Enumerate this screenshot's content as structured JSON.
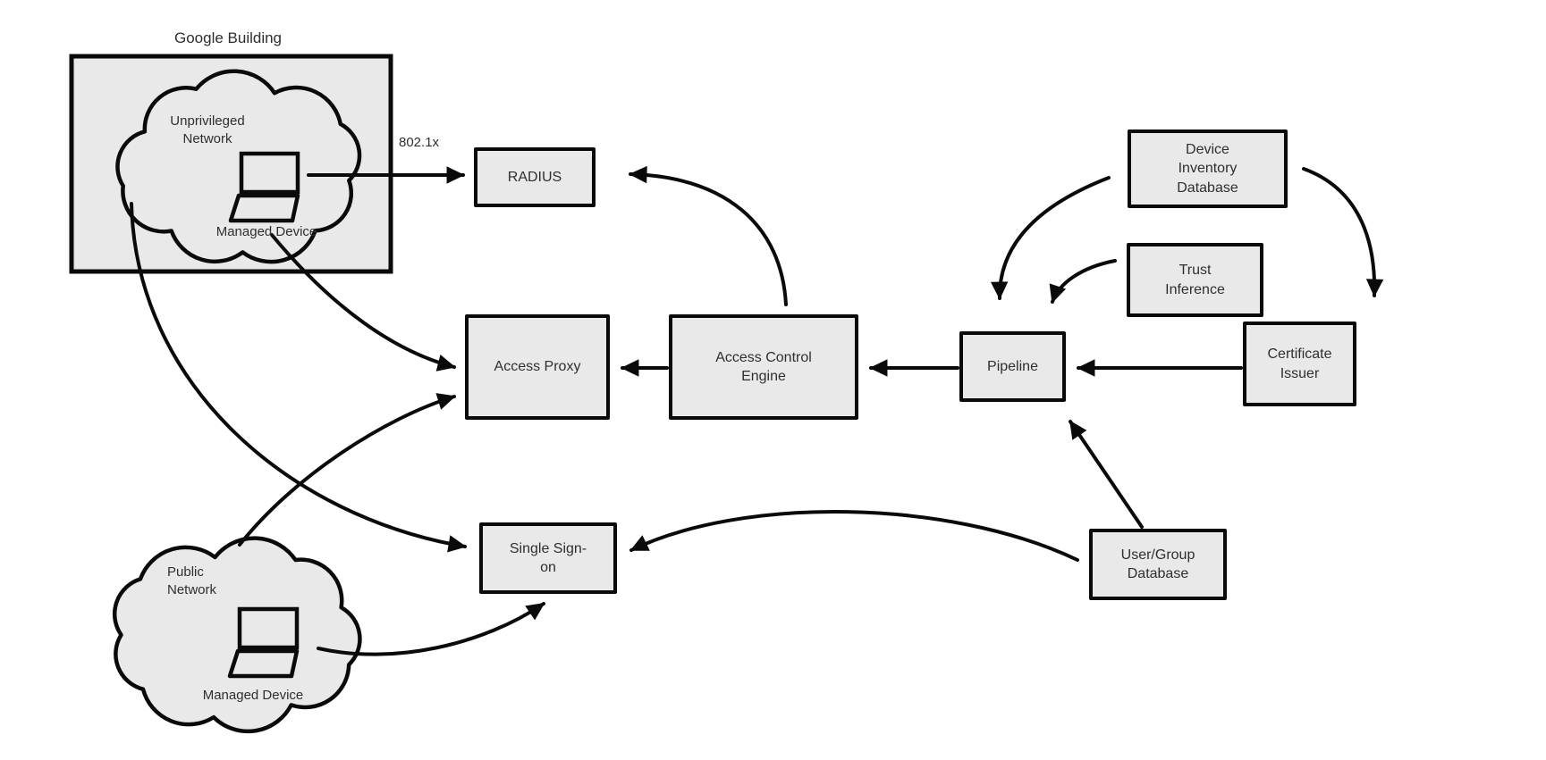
{
  "diagram": {
    "building": {
      "label": "Google Building"
    },
    "clouds": {
      "unprivileged": {
        "label": "Unprivileged\nNetwork",
        "device_label": "Managed Device"
      },
      "public": {
        "label": "Public\nNetwork",
        "device_label": "Managed Device"
      }
    },
    "nodes": {
      "radius": {
        "label": "RADIUS"
      },
      "access_proxy": {
        "label": "Access Proxy"
      },
      "access_control_engine": {
        "label": "Access Control\nEngine"
      },
      "pipeline": {
        "label": "Pipeline"
      },
      "certificate_issuer": {
        "label": "Certificate\nIssuer"
      },
      "device_inventory_database": {
        "label": "Device\nInventory\nDatabase"
      },
      "trust_inference": {
        "label": "Trust\nInference"
      },
      "user_group_database": {
        "label": "User/Group\nDatabase"
      },
      "single_sign_on": {
        "label": "Single Sign-\non"
      }
    },
    "edges": [
      {
        "from": "managed-device-unprivileged",
        "to": "radius",
        "label": "802.1x"
      },
      {
        "from": "access-control-engine",
        "to": "radius",
        "label": ""
      },
      {
        "from": "access-control-engine",
        "to": "access-proxy",
        "label": ""
      },
      {
        "from": "pipeline",
        "to": "access-control-engine",
        "label": ""
      },
      {
        "from": "certificate-issuer",
        "to": "pipeline",
        "label": ""
      },
      {
        "from": "device-inventory-database",
        "to": "pipeline",
        "label": ""
      },
      {
        "from": "trust-inference",
        "to": "pipeline",
        "label": ""
      },
      {
        "from": "device-inventory-database",
        "to": "certificate-issuer",
        "label": ""
      },
      {
        "from": "user-group-database",
        "to": "pipeline",
        "label": ""
      },
      {
        "from": "user-group-database",
        "to": "single-sign-on",
        "label": ""
      },
      {
        "from": "unprivileged-network",
        "to": "single-sign-on",
        "label": ""
      },
      {
        "from": "managed-device-unprivileged",
        "to": "access-proxy",
        "label": ""
      },
      {
        "from": "public-network",
        "to": "access-proxy",
        "label": ""
      },
      {
        "from": "managed-device-public",
        "to": "single-sign-on",
        "label": ""
      }
    ],
    "colors": {
      "shape_fill": "#e9e9e9",
      "stroke": "#0a0a0a",
      "text": "#2f2f2f",
      "background": "#ffffff"
    }
  }
}
